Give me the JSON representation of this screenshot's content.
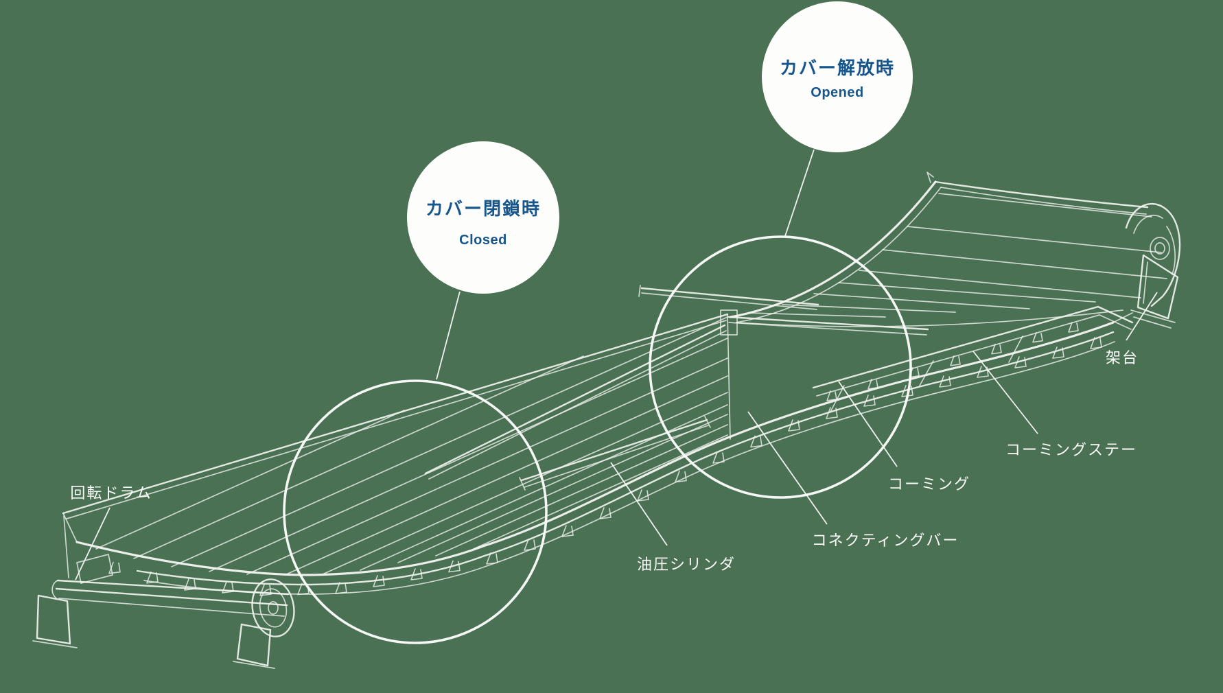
{
  "colors": {
    "background": "#4A7154",
    "line_art": "#F4F6F1",
    "bubble_fill": "#FDFDFC",
    "bubble_text": "#17568C",
    "label_text": "#FBFBF8"
  },
  "bubbles": {
    "opened": {
      "title_jp": "カバー解放時",
      "subtitle_en": "Opened"
    },
    "closed": {
      "title_jp": "カバー閉鎖時",
      "subtitle_en": "Closed"
    }
  },
  "labels": {
    "rotating_drum": "回転ドラム",
    "hydraulic_cylinder": "油圧シリンダ",
    "connecting_bar": "コネクティングバー",
    "coaming": "コーミング",
    "coaming_stay": "コーミングステー",
    "stand": "架台"
  }
}
